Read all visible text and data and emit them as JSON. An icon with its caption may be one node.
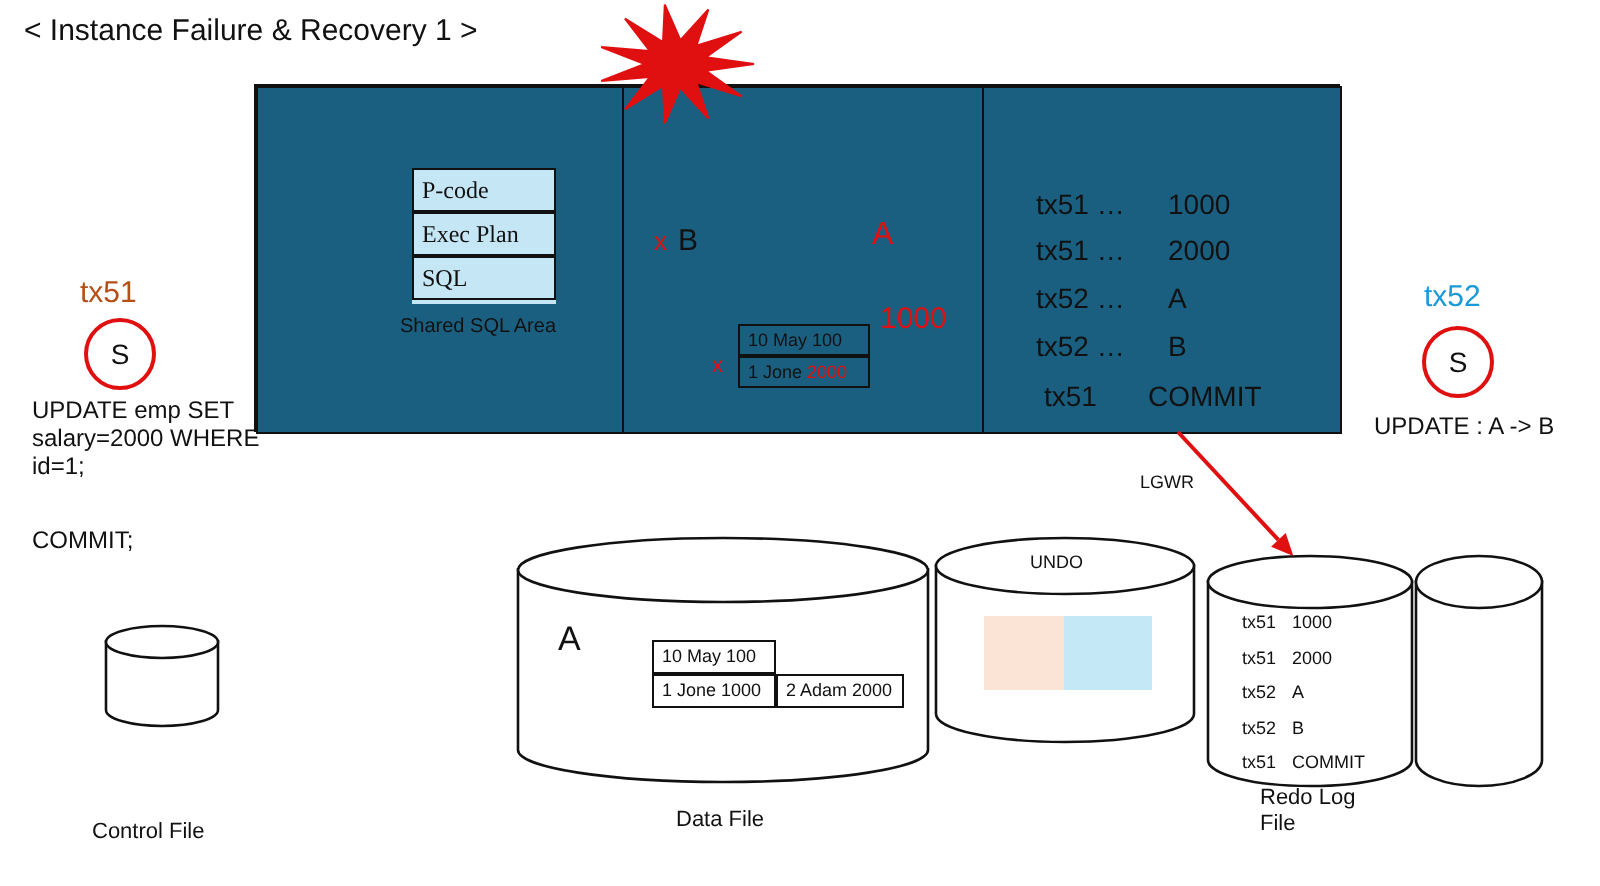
{
  "diagram": {
    "title": "< Instance Failure & Recovery 1 >",
    "nodes": [
      {
        "text": [],
        "shape": "box"
      },
      {
        "text": [
          "Shared SQL Area"
        ],
        "in": 0
      },
      {
        "text": [
          "P-code",
          "Exec Plan",
          "SQL"
        ],
        "in": 1
      },
      {
        "text": [],
        "shape": "box",
        "in": 0
      },
      {
        "text": [
          "10 May 100",
          "1 Jone 2000"
        ],
        "in": 3,
        "beside": [
          "x"
        ]
      },
      {
        "text": [
          "tx51 … 1000",
          "tx51 … 2000",
          "tx52 … A",
          "tx52 … B",
          "tx51 COMMIT"
        ],
        "in": 0
      },
      {
        "text": [
          "S"
        ],
        "beside": [
          "tx51",
          "UPDATE emp SET salary=2000 WHERE id=1;",
          "COMMIT;"
        ]
      },
      {
        "text": [
          "S"
        ],
        "beside": [
          "tx52",
          "UPDATE : A -> B"
        ]
      },
      {
        "text": [],
        "shape": "cylinder"
      },
      {
        "text": [
          "A"
        ],
        "beside": [
          "Data File"
        ]
      },
      {
        "text": [
          "10 May 100",
          "1 Jone 1000"
        ],
        "in": 9
      },
      {
        "text": [
          "2 Adam 2000"
        ],
        "in": 9
      },
      {
        "text": [
          "UNDO"
        ]
      },
      {
        "text": [],
        "shape": "box",
        "in": 12
      },
      {
        "text": [],
        "shape": "box",
        "in": 12
      },
      {
        "text": [
          "tx51 1000",
          "tx51 2000",
          "tx52 A",
          "tx52 B",
          "tx51 COMMIT"
        ],
        "beside": [
          "Redo Log File"
        ]
      },
      {
        "text": [],
        "shape": "cylinder"
      }
    ],
    "edges": [
      {
        "from": 5,
        "to": 15,
        "arrow": "to",
        "label": "LGWR"
      }
    ],
    "labels": [
      "x",
      "B",
      "A",
      "1000",
      "Control File"
    ]
  }
}
